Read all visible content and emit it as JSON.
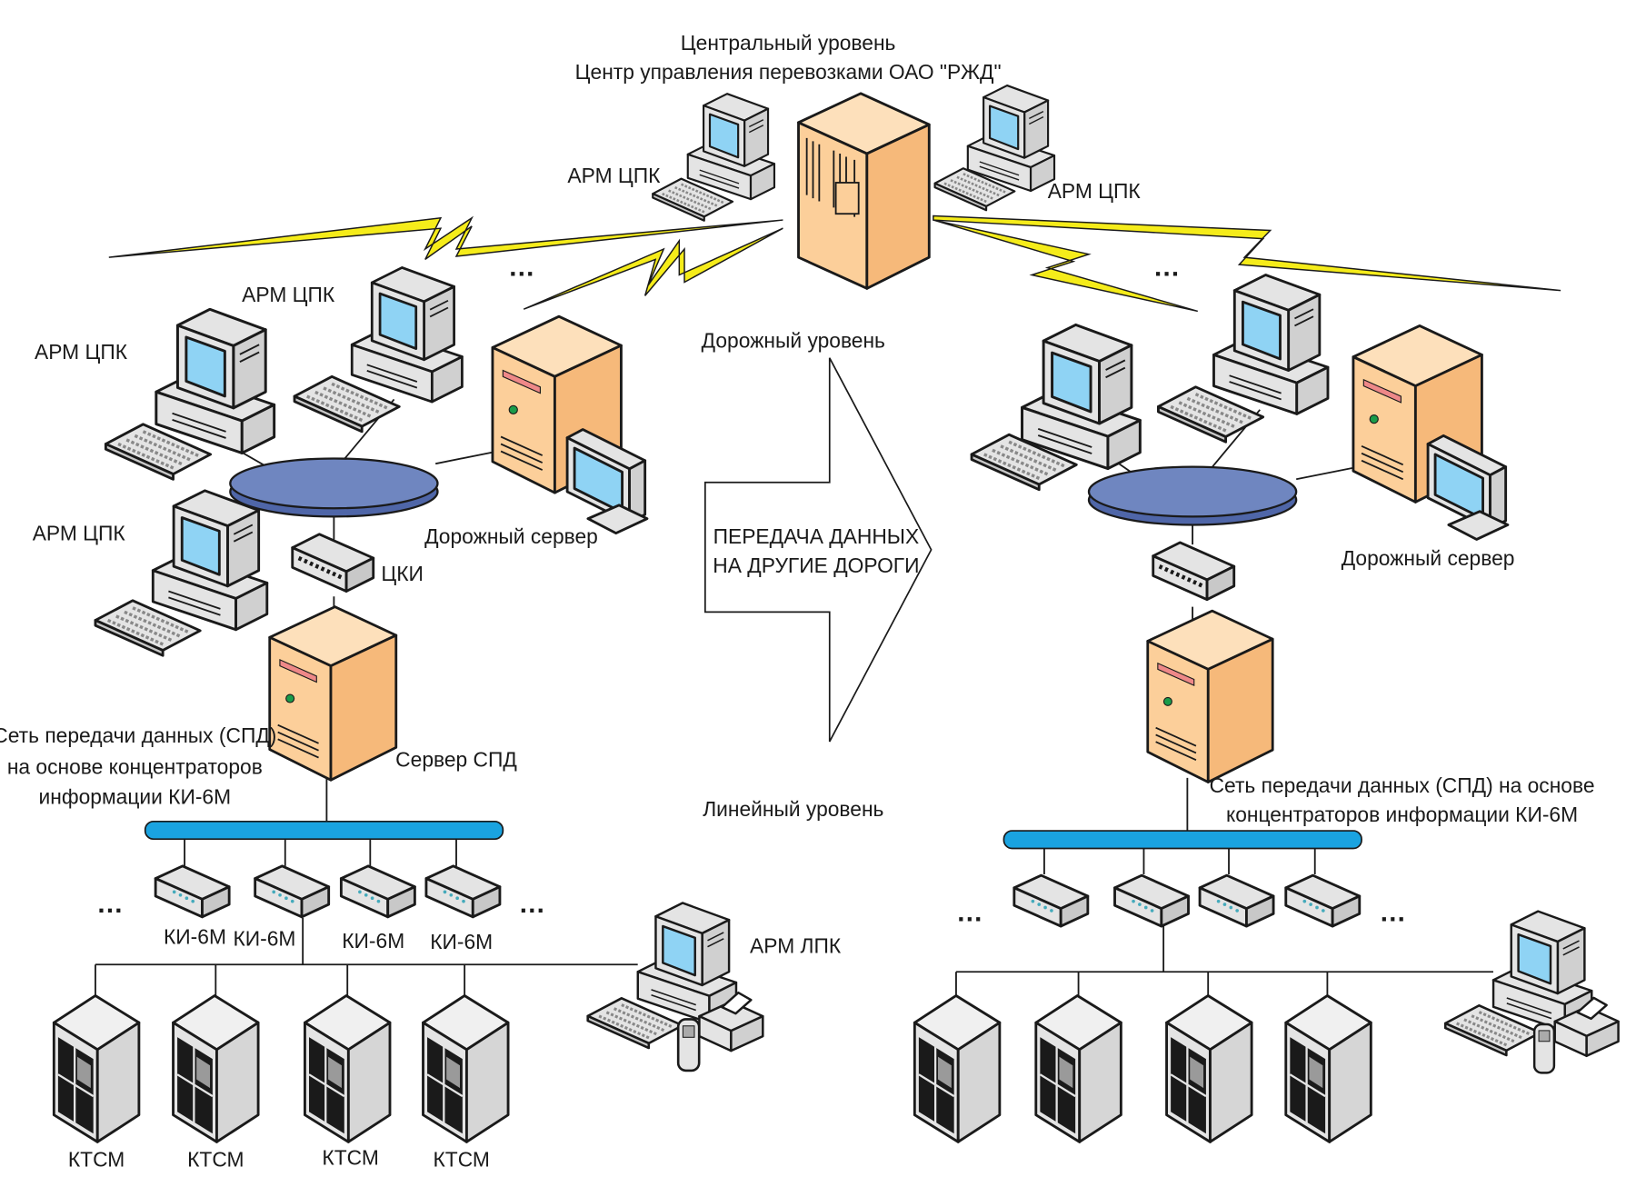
{
  "colors": {
    "server_orange": "#fccf9a",
    "device_gray": "#e4e4e4",
    "screen_blue": "#8fd3f4",
    "ring_blue": "#6f86c0",
    "bus_cyan": "#1aa3e0",
    "lightning_yellow": "#f5ec1a"
  },
  "central": {
    "level_title": "Центральный уровень",
    "center_name": "Центр управления перевозками ОАО \"РЖД\"",
    "arm_left": "АРМ ЦПК",
    "arm_right": "АРМ ЦПК"
  },
  "ellipsis": "…",
  "road_level": "Дорожный уровень",
  "line_level": "Линейный уровень",
  "arrow": {
    "line1": "ПЕРЕДАЧА ДАННЫХ",
    "line2": "НА ДРУГИЕ ДОРОГИ"
  },
  "left": {
    "arm1": "АРМ ЦПК",
    "arm2": "АРМ ЦПК",
    "arm3": "АРМ ЦПК",
    "road_server": "Дорожный сервер",
    "cki": "ЦКИ",
    "spd_server": "Сервер СПД",
    "spd_note": [
      "Сеть передачи данных (СПД)",
      "на основе концентраторов",
      "информации КИ-6М"
    ],
    "ki_labels": [
      "КИ-6М",
      "КИ-6М",
      "КИ-6М",
      "КИ-6М"
    ],
    "ktsm_labels": [
      "КТСМ",
      "КТСМ",
      "КТСМ",
      "КТСМ"
    ],
    "arm_lpk": "АРМ ЛПК"
  },
  "right": {
    "road_server": "Дорожный сервер",
    "spd_note": [
      "Сеть передачи данных (СПД) на основе",
      "концентраторов информации КИ-6М"
    ]
  }
}
